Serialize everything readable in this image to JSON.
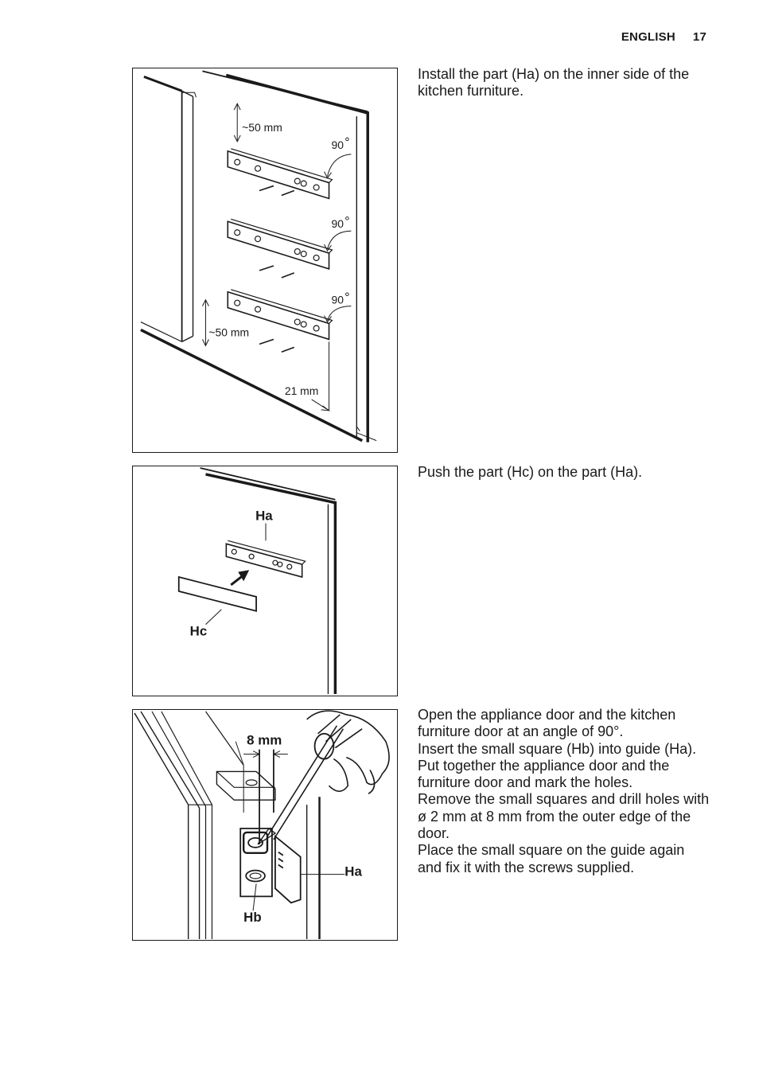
{
  "header": {
    "language": "ENGLISH",
    "page_number": "17"
  },
  "steps": [
    {
      "text": [
        "Install the part (Ha) on the inner side of the kitchen furniture."
      ],
      "figure": {
        "dim_top": "~50 mm",
        "dim_bottom": "~50 mm",
        "angle": "90",
        "depth": "21 mm"
      }
    },
    {
      "text": [
        "Push the part (Hc) on the part (Ha)."
      ],
      "figure": {
        "label_ha": "Ha",
        "label_hc": "Hc"
      }
    },
    {
      "text": [
        "Open the appliance door and the kitchen furniture door at an angle of 90°.",
        "Insert the small square (Hb) into guide (Ha).",
        "Put together the appliance door and the furniture door and mark the holes.",
        "Remove the small squares and drill holes with ø 2 mm at 8 mm from the outer edge of the door.",
        "Place the small square on the guide again and fix it with the screws supplied."
      ],
      "figure": {
        "dim": "8 mm",
        "label_ha": "Ha",
        "label_hb": "Hb"
      }
    }
  ]
}
